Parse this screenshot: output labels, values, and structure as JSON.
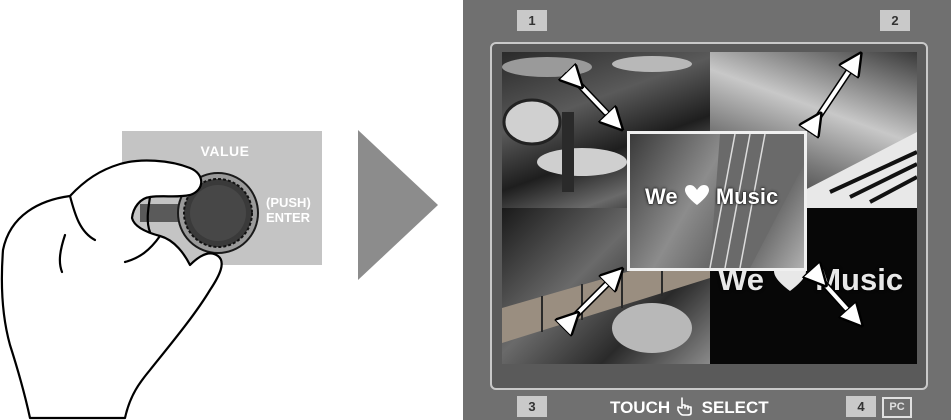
{
  "knob_panel": {
    "value_label": "VALUE",
    "push_label": "(PUSH)",
    "enter_label": "ENTER"
  },
  "screen": {
    "tags": {
      "tl": "1",
      "tr": "2",
      "bl": "3",
      "br": "4"
    },
    "bottom_left": "TOUCH",
    "bottom_right": "SELECT",
    "pc_badge": "PC",
    "center_text": {
      "we": "We",
      "music": "Music"
    },
    "tile_br_text": {
      "we": "We",
      "music": "Music"
    }
  },
  "colors": {
    "panel": "#c4c4c4",
    "arrow": "#8c8c8c",
    "screen": "#707070",
    "tag": "#c9c9c9",
    "heart": "#ffffff"
  }
}
